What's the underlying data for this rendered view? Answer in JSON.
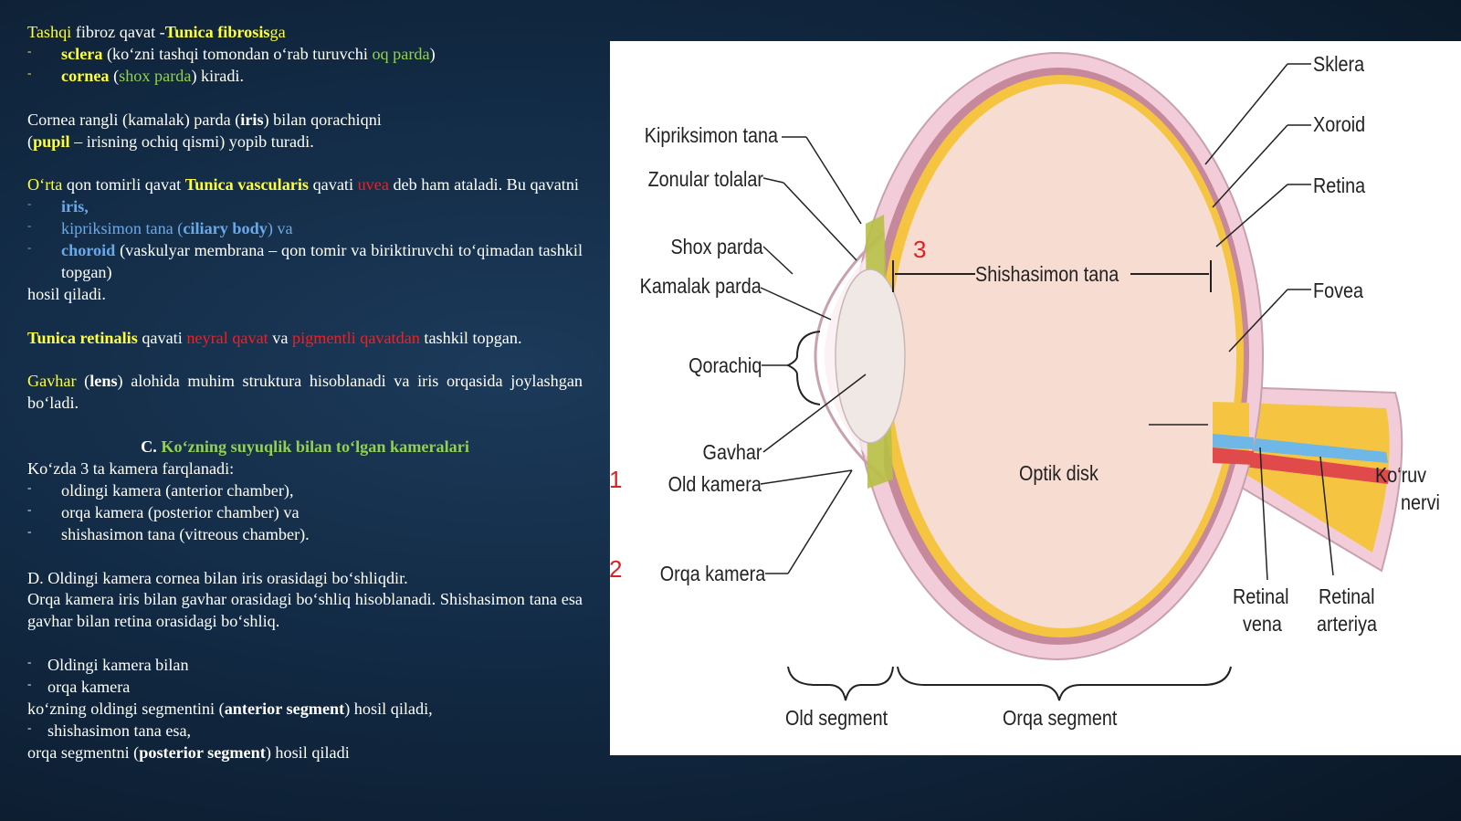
{
  "text": {
    "l1": {
      "a": "Tashqi",
      "b": " fibroz qavat -",
      "c": "Tunica fibrosis",
      "d": "ga"
    },
    "b1": {
      "a": "sclera",
      "b": " (ko‘zni tashqi tomondan o‘rab turuvchi ",
      "c": "oq parda",
      "d": ")"
    },
    "b2": {
      "a": "cornea",
      "b": " (",
      "c": "shox parda",
      "d": ") kiradi."
    },
    "p2a": {
      "a": "Cornea rangli (kamalak) parda (",
      "b": "iris",
      "c": ") bilan qorachiqni"
    },
    "p2b": {
      "a": "(",
      "b": "pupil",
      "c": " – irisning ochiq qismi) yopib turadi."
    },
    "p3": {
      "a": "O‘rta",
      "b": " qon tomirli qavat ",
      "c": "Tunica vascularis",
      "d": " qavati ",
      "e": "uvea",
      "f": " deb ham ataladi. Bu qavatni"
    },
    "b3": {
      "a": "iris,"
    },
    "b4": {
      "a": "kipriksimon tana (",
      "b": "ciliary body",
      "c": ") va"
    },
    "b5": {
      "a": "choroid",
      "b": " (vaskulyar membrana – qon tomir va biriktiruvchi to‘qimadan tashkil topgan)"
    },
    "p3end": " hosil qiladi.",
    "p4": {
      "a": "Tunica retinalis",
      "b": " qavati ",
      "c": "neyral qavat",
      "d": " va ",
      "e": "pigmentli qavatdan",
      "f": " tashkil topgan."
    },
    "p5": {
      "a": "Gavhar",
      "b": " (",
      "c": "lens",
      "d": ") alohida muhim struktura hisoblanadi va iris orqasida joylashgan bo‘ladi."
    },
    "headC": {
      "a": "C. ",
      "b": "Ko‘zning suyuqlik bilan to‘lgan kameralari"
    },
    "p6": "Ko‘zda 3 ta kamera farqlanadi:",
    "b6": "oldingi kamera (anterior chamber),",
    "b7": "orqa kamera (posterior chamber) va",
    "b8": "shishasimon tana (vitreous chamber).",
    "p7": "D. Oldingi kamera cornea bilan iris orasidagi bo‘shliqdir.",
    "p8": "Orqa kamera iris bilan gavhar orasidagi bo‘shliq hisoblanadi. Shishasimon tana esa gavhar bilan retina orasidagi bo‘shliq.",
    "b9": "Oldingi kamera bilan",
    "b10": "orqa kamera",
    "p9": {
      "a": "ko‘zning oldingi segmentini (",
      "b": "anterior segment",
      "c": ") hosil qiladi,"
    },
    "b11": "shishasimon tana esa,",
    "p10": {
      "a": "orqa segmentni (",
      "b": "posterior segment",
      "c": ") hosil qiladi"
    },
    "dash": "-"
  },
  "figure": {
    "labels": {
      "kipriksimon": "Kipriksimon tana",
      "zonular": "Zonular tolalar",
      "shox": "Shox parda",
      "kamalak": "Kamalak parda",
      "qorachiq": "Qorachiq",
      "gavhar": "Gavhar",
      "old_kamera": "Old kamera",
      "orqa_kamera": "Orqa kamera",
      "sklera": "Sklera",
      "xoroid": "Xoroid",
      "retina": "Retina",
      "fovea": "Fovea",
      "shishasimon": "Shishasimon tana",
      "optik_disk": "Optik disk",
      "koruv_nervi_1": "Ko‘ruv",
      "koruv_nervi_2": "nervi",
      "retinal_vena_1": "Retinal",
      "retinal_vena_2": "vena",
      "retinal_arteriya_1": "Retinal",
      "retinal_arteriya_2": "arteriya",
      "old_segment": "Old segment",
      "orqa_segment": "Orqa segment"
    },
    "numbers": {
      "n1": "1",
      "n2": "2",
      "n3": "3"
    },
    "colors": {
      "sclera": "#f2cdd9",
      "choroid": "#c6899c",
      "retina": "#f5c542",
      "vitreous": "#f7dcd2",
      "lens": "#f0e8e4",
      "iris": "#b7c045",
      "artery": "#e04a4a",
      "vein": "#6fb7e6",
      "number": "#e02020"
    }
  }
}
